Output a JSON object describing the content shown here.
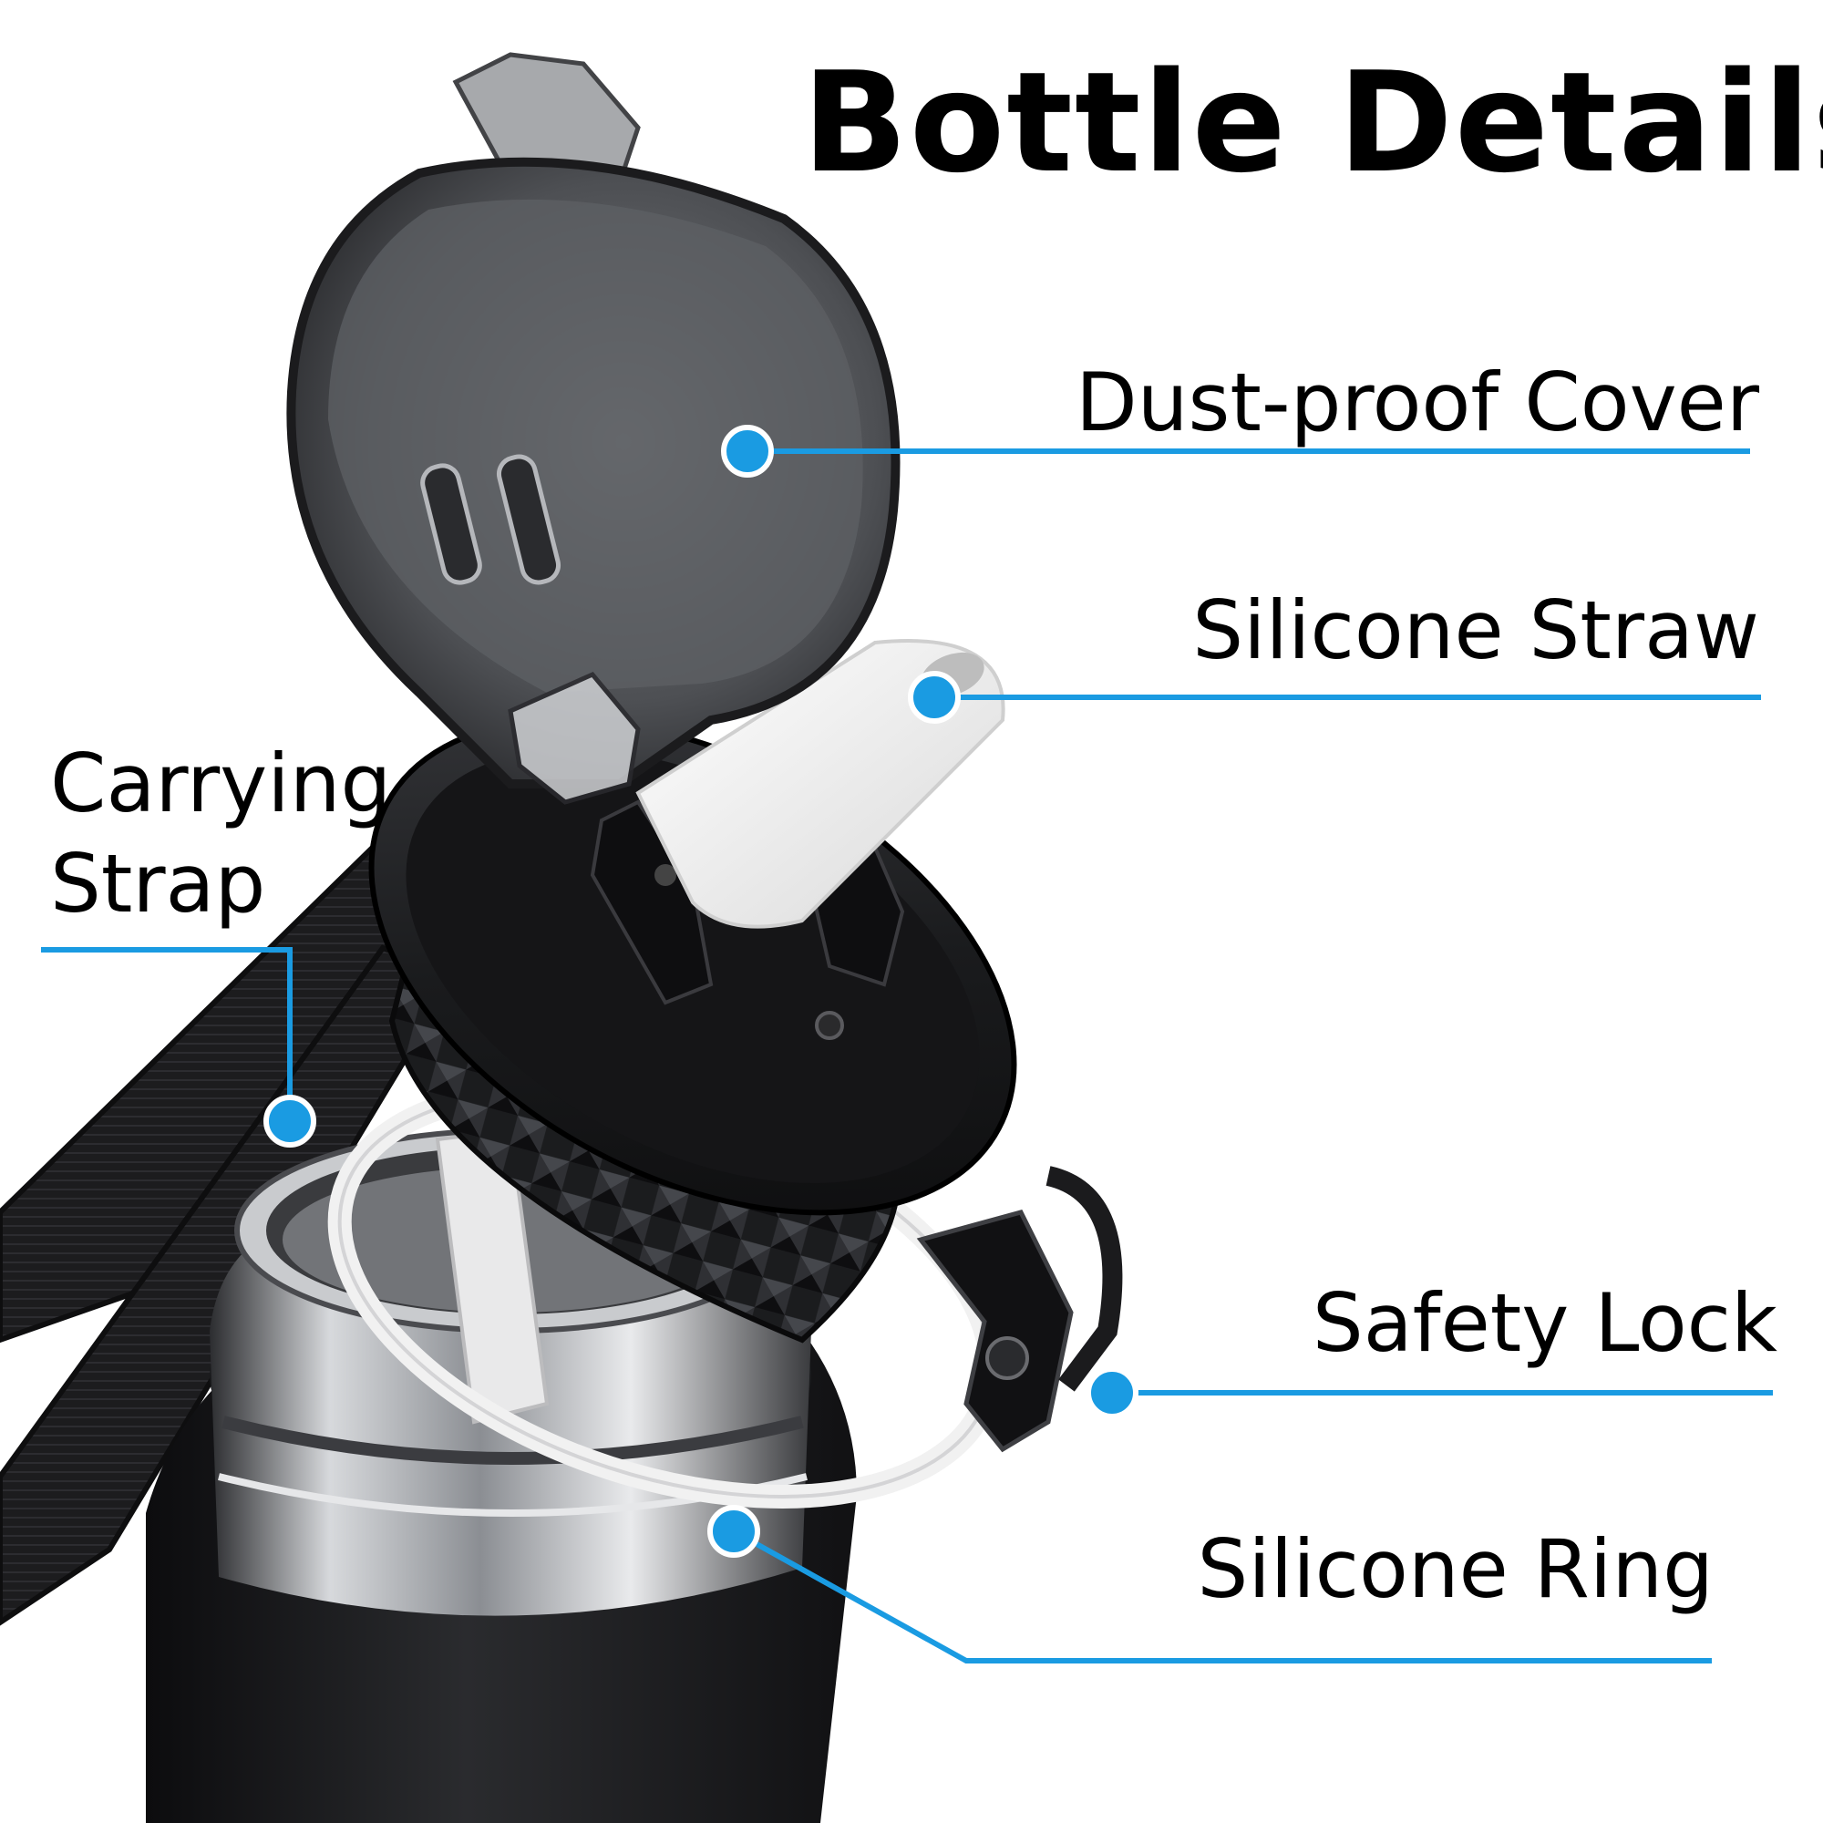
{
  "title": "Bottle Details",
  "accent_color": "#1a9be2",
  "callouts": {
    "dust_proof_cover": "Dust-proof Cover",
    "silicone_straw": "Silicone Straw",
    "carrying_strap_line1": "Carrying",
    "carrying_strap_line2": "Strap",
    "safety_lock": "Safety Lock",
    "silicone_ring": "Silicone Ring"
  }
}
